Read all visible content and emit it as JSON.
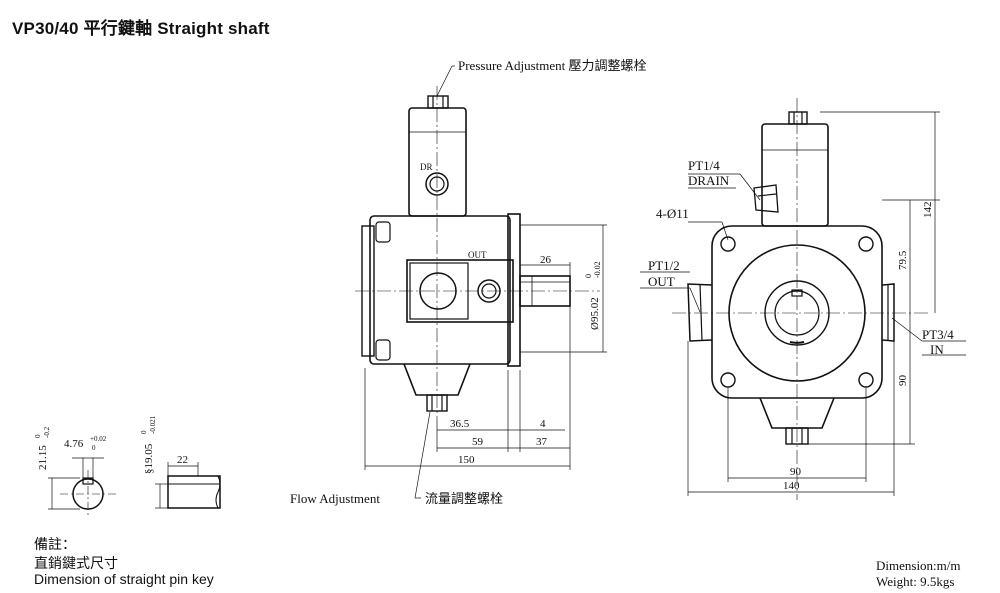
{
  "title": "VP30/40 平行鍵軸 Straight shaft",
  "callouts": {
    "pressure_adjustment": "Pressure Adjustment 壓力調整螺栓",
    "flow_adjustment_en": "Flow Adjustment",
    "flow_adjustment_zh": "流量調整螺栓",
    "dr": "DR",
    "out": "OUT",
    "pt14": "PT1/4",
    "drain": "DRAIN",
    "bolt_holes": "4-Ø11",
    "pt12": "PT1/2",
    "out_port": "OUT",
    "pt34": "PT3/4",
    "in_port": "IN"
  },
  "dimensions": {
    "d26": "26",
    "d95": "Ø95.02",
    "d95_tol_upper": "0",
    "d95_tol_lower": "-0.02",
    "d36_5": "36.5",
    "d4": "4",
    "d59": "59",
    "d37": "37",
    "d150": "150",
    "d142": "142",
    "d79_5": "79.5",
    "d90v": "90",
    "d90h": "90",
    "d140": "140",
    "d21_15": "21.15",
    "d21_tol_upper": "0",
    "d21_tol_lower": "-0.2",
    "d4_76": "4.76",
    "d4_tol_upper": "+0.02",
    "d4_tol_lower": "0",
    "d19_05": "§19.05",
    "d19_tol_upper": "0",
    "d19_tol_lower": "-0.021",
    "d22": "22"
  },
  "notes": {
    "line1": "備註：",
    "line2": "直銷鍵式尺寸",
    "line3": "Dimension of straight pin key"
  },
  "units": {
    "dimension": "Dimension:m/m",
    "weight": "Weight: 9.5kgs"
  }
}
